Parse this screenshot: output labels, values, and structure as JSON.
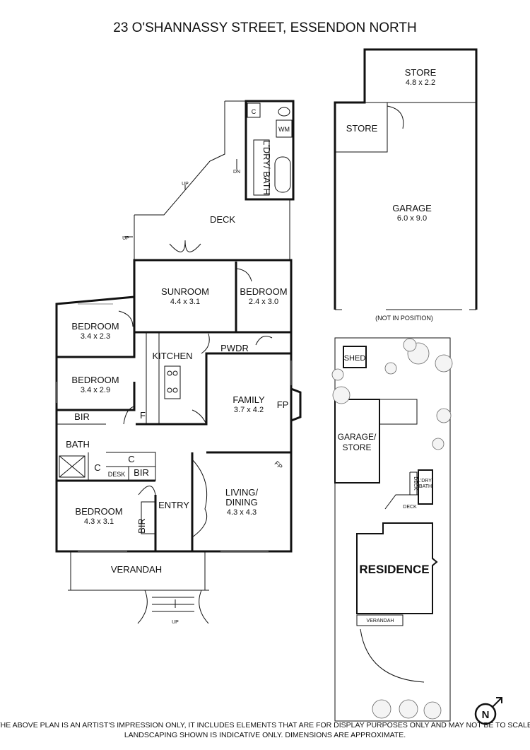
{
  "title": "23 O'SHANNASSY STREET, ESSENDON NORTH",
  "disclaimer": {
    "line1": "THE ABOVE PLAN IS AN ARTIST'S IMPRESSION ONLY, IT INCLUDES ELEMENTS THAT ARE FOR DISPLAY PURPOSES ONLY AND MAY NOT BE TO SCALE.",
    "line2": "LANDSCAPING SHOWN IS INDICATIVE ONLY. DIMENSIONS ARE APPROXIMATE."
  },
  "house": {
    "deck": "DECK",
    "up_deck_top": "UP",
    "up_deck_left": "UP",
    "dn": "DN",
    "laundry_bath": "L'DRY/ BATH",
    "laundry_c": "C",
    "wm": "WM",
    "sunroom": {
      "name": "SUNROOM",
      "dim": "4.4 x 3.1"
    },
    "bedroom_rear": {
      "name": "BEDROOM",
      "dim": "2.4 x 3.0"
    },
    "bedroom_1": {
      "name": "BEDROOM",
      "dim": "3.4 x 2.3"
    },
    "kitchen": "KITCHEN",
    "pwdr": "PWDR",
    "bedroom_2": {
      "name": "BEDROOM",
      "dim": "3.4 x 2.9"
    },
    "family": {
      "name": "FAMILY",
      "dim": "3.7 x 4.2"
    },
    "fp_family": "FP",
    "fp_living": "FP",
    "bir_1": "BIR",
    "f": "F",
    "bath": "BATH",
    "c_hall": "C",
    "c_bath": "C",
    "desk": "DESK",
    "bir_hall": "BIR",
    "entry": "ENTRY",
    "bir_front": "BIR",
    "living": {
      "name_1": "LIVING/",
      "name_2": "DINING",
      "dim": "4.3 x 4.3"
    },
    "bedroom_front": {
      "name": "BEDROOM",
      "dim": "4.3 x 3.1"
    },
    "verandah": "VERANDAH",
    "up_front": "UP"
  },
  "outbuilding": {
    "store_top": {
      "name": "STORE",
      "dim": "4.8 x 2.2"
    },
    "store_left": "STORE",
    "garage": {
      "name": "GARAGE",
      "dim": "6.0 x 9.0"
    },
    "not_in_position": "(NOT IN POSITION)"
  },
  "site": {
    "shed": "SHED",
    "garage_store_1": "GARAGE/",
    "garage_store_2": "STORE",
    "deck": "DECK",
    "deck_vertical": "DECK",
    "ldry_1": "L'DRY/",
    "ldry_2": "BATH",
    "residence": "RESIDENCE",
    "verandah": "VERANDAH",
    "north": "N"
  }
}
